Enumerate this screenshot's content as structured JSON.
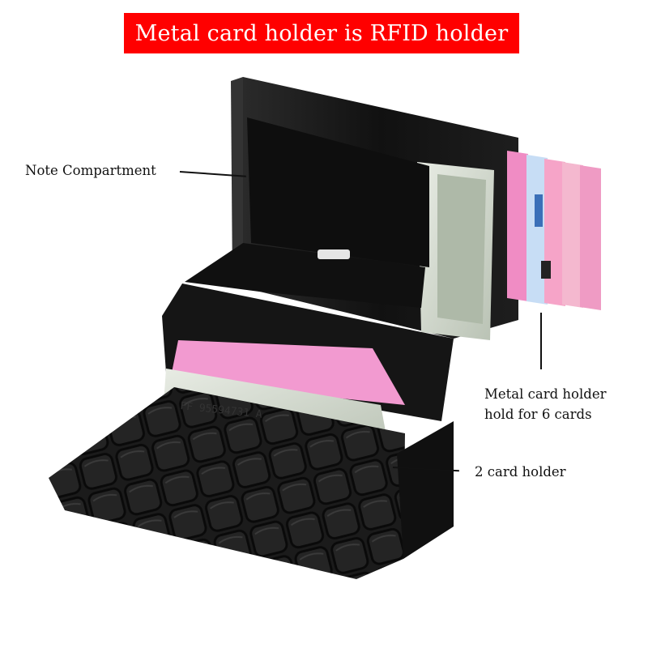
{
  "title": "Metal card holder is RFID holder",
  "labels": {
    "note_compartment": "Note Compartment",
    "metal_card_holder_line1": "Metal card holder",
    "metal_card_holder_line2": "hold for 6 cards",
    "two_card_holder": "2 card holder"
  },
  "banknote_serial": "FF 95594731 A",
  "colors": {
    "banner": "#ff0000",
    "banner_text": "#ffffff",
    "wallet": "#141414",
    "card_pink": "#f08cc4"
  }
}
